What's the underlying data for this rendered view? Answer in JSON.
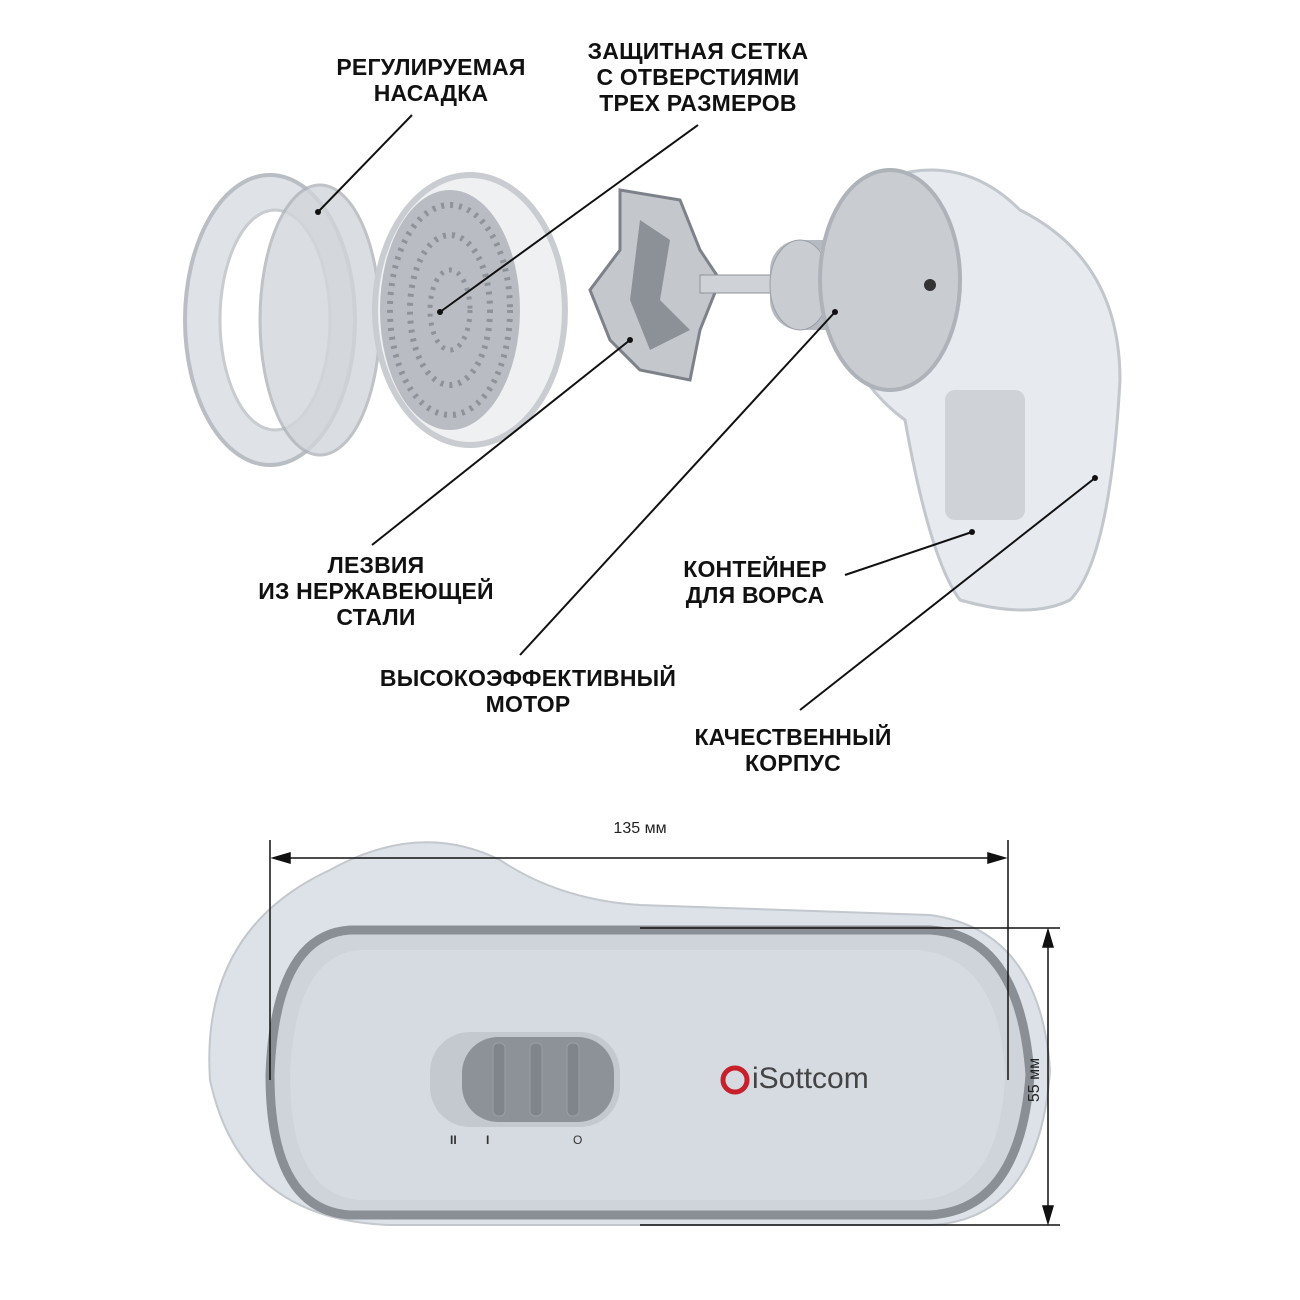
{
  "callouts": {
    "nozzle": [
      "РЕГУЛИРУЕМАЯ",
      "НАСАДКА"
    ],
    "mesh": [
      "ЗАЩИТНАЯ СЕТКА",
      "С ОТВЕРСТИЯМИ",
      "ТРЕХ РАЗМЕРОВ"
    ],
    "blades": [
      "ЛЕЗВИЯ",
      "ИЗ НЕРЖАВЕЮЩЕЙ",
      "СТАЛИ"
    ],
    "container": [
      "КОНТЕЙНЕР",
      "ДЛЯ ВОРСА"
    ],
    "motor": [
      "ВЫСОКОЭФФЕКТИВНЫЙ",
      "МОТОР"
    ],
    "body": [
      "КАЧЕСТВЕННЫЙ",
      "КОРПУС"
    ]
  },
  "dimensions": {
    "width": "135 мм",
    "height": "55 мм"
  },
  "device": {
    "brand": "iSottcom",
    "switch_marks": [
      "II",
      "I",
      "O"
    ]
  },
  "colors": {
    "brand_red": "#c8202a",
    "body": "#d4d9e0",
    "trim": "#8a8f96"
  }
}
